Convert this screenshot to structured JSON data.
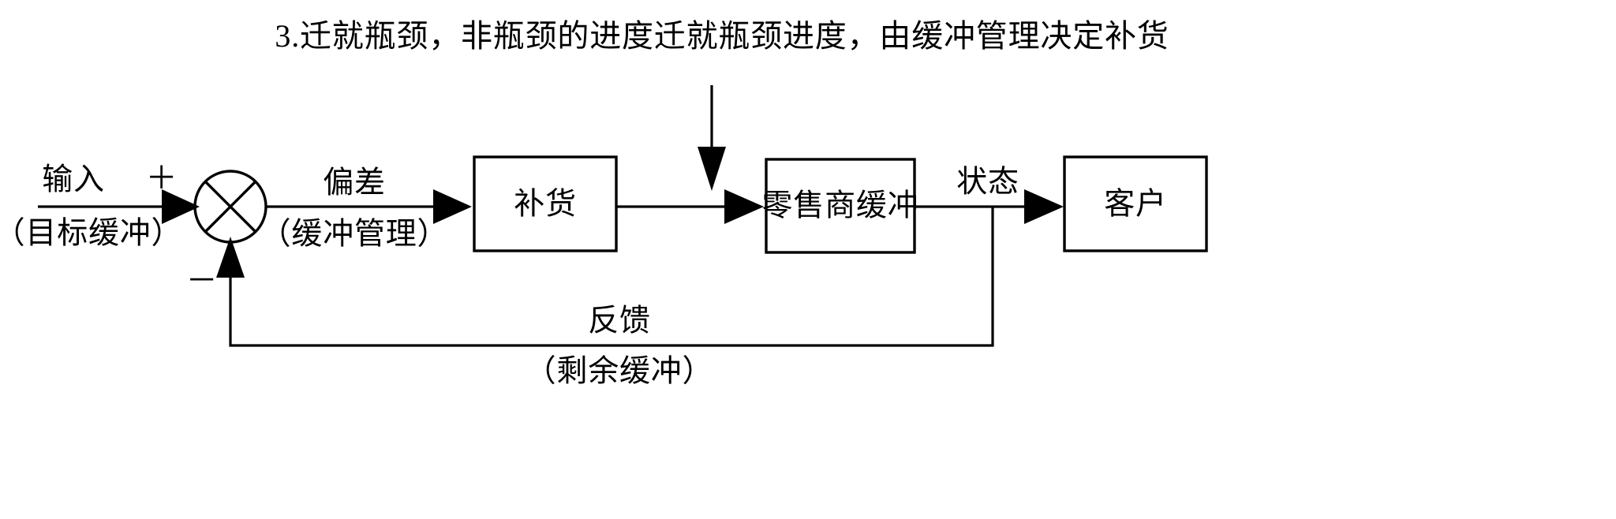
{
  "title": {
    "text": "3.迁就瓶颈，非瓶颈的进度迁就瓶颈进度，由缓冲管理决定补货"
  },
  "signs": {
    "plus": "＋",
    "minus": "－"
  },
  "edges": {
    "input_top": "输入",
    "input_bottom": "（目标缓冲）",
    "deviation_top": "偏差",
    "deviation_bottom": "（缓冲管理）",
    "status": "状态",
    "feedback_top": "反馈",
    "feedback_bottom": "（剩余缓冲）"
  },
  "blocks": [
    {
      "id": "replenishment",
      "label": "补货"
    },
    {
      "id": "retailer-buffer",
      "label": "零售商缓冲"
    },
    {
      "id": "customer",
      "label": "客户"
    }
  ],
  "nodes": {
    "summing_junction": "summing-junction-circle-x"
  },
  "colors": {
    "stroke": "#000000",
    "background": "#ffffff"
  }
}
